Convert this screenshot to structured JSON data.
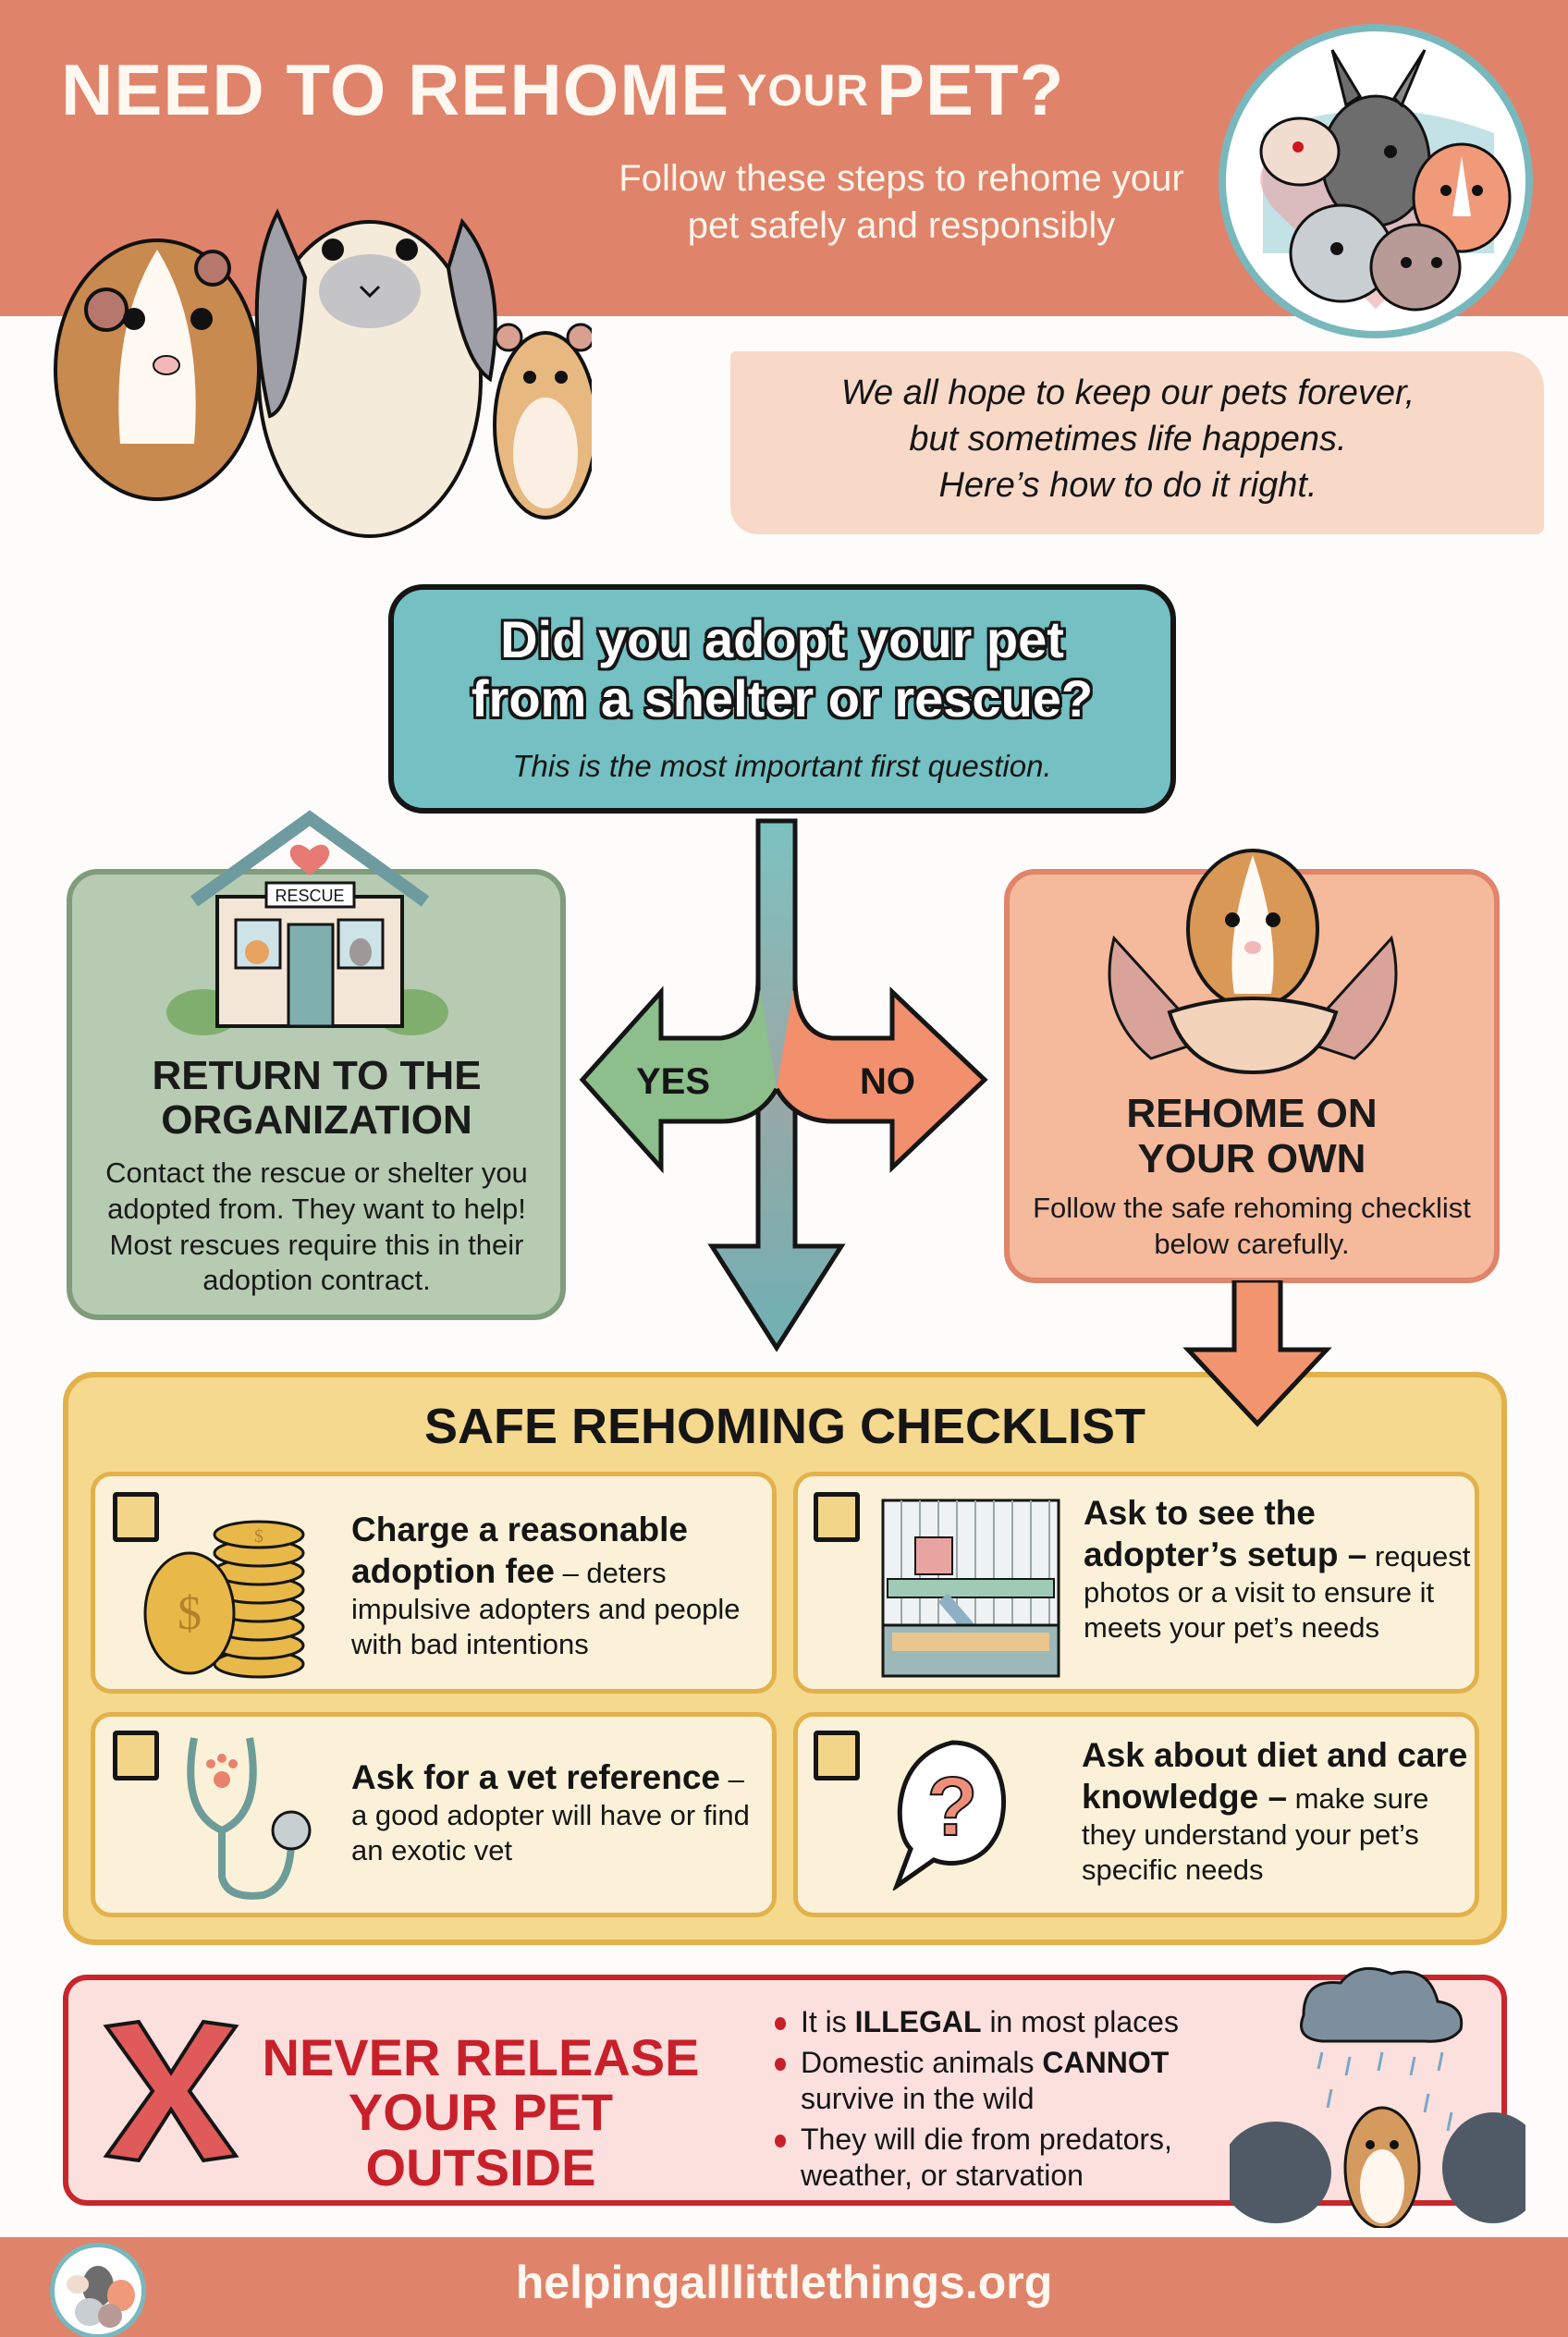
{
  "header": {
    "title_part1": "NEED TO REHOME",
    "title_small": "YOUR",
    "title_part2": "PET?",
    "subtitle": "Follow these steps to rehome your pet safely and responsibly",
    "logo_icon": "small-pets-circle-logo"
  },
  "intro": {
    "line1": "We all hope to keep our pets forever,",
    "line2": "but sometimes life happens.",
    "line3": "Here’s how to do it right."
  },
  "question": {
    "title_line1": "Did you adopt your pet",
    "title_line2": "from a shelter or rescue?",
    "subtitle": "This is the most important first question."
  },
  "branches": {
    "yes_label": "YES",
    "no_label": "NO",
    "yes": {
      "icon": "rescue-house-icon",
      "sign": "RESCUE",
      "title_line1": "RETURN TO THE",
      "title_line2": "ORGANIZATION",
      "body": "Contact the rescue or shelter you adopted from. They want to help! Most rescues require this in their adoption contract."
    },
    "no": {
      "icon": "guinea-pig-in-hands-icon",
      "title_line1": "REHOME ON",
      "title_line2": "YOUR OWN",
      "body": "Follow the safe rehoming checklist below carefully."
    }
  },
  "checklist": {
    "title": "SAFE REHOMING CHECKLIST",
    "items": [
      {
        "icon": "coins-icon",
        "bold": "Charge a reasonable adoption fee",
        "rest": " – deters impulsive adopters and people with bad intentions"
      },
      {
        "icon": "cage-icon",
        "bold": "Ask to see the adopter’s setup –",
        "rest": " request photos or a visit to ensure it meets your pet’s needs"
      },
      {
        "icon": "stethoscope-icon",
        "bold": "Ask for a vet reference",
        "rest": " – a good adopter will have or find an exotic vet"
      },
      {
        "icon": "question-bubble-icon",
        "bold": "Ask about diet and care knowledge –",
        "rest": " make sure they understand your pet’s specific needs"
      }
    ]
  },
  "warning": {
    "icon": "red-x-icon",
    "title_line1": "NEVER RELEASE",
    "title_line2": "YOUR PET OUTSIDE",
    "bullets": [
      {
        "pre": "It is ",
        "bold": "ILLEGAL",
        "post": " in most places"
      },
      {
        "pre": "Domestic animals ",
        "bold": "CANNOT",
        "post": " survive in the wild"
      },
      {
        "pre": "They will die from predators, weather, or starvation",
        "bold": "",
        "post": ""
      }
    ],
    "illustration": "hamster-in-rain-icon"
  },
  "footer": {
    "url": "helpingalllittlethings.org"
  },
  "colors": {
    "coral": "#e0836b",
    "teal": "#74c0c2",
    "sage": "#b6cbb1",
    "peach": "#f5b99c",
    "gold": "#f5d98e",
    "warning_red": "#c8202a"
  }
}
